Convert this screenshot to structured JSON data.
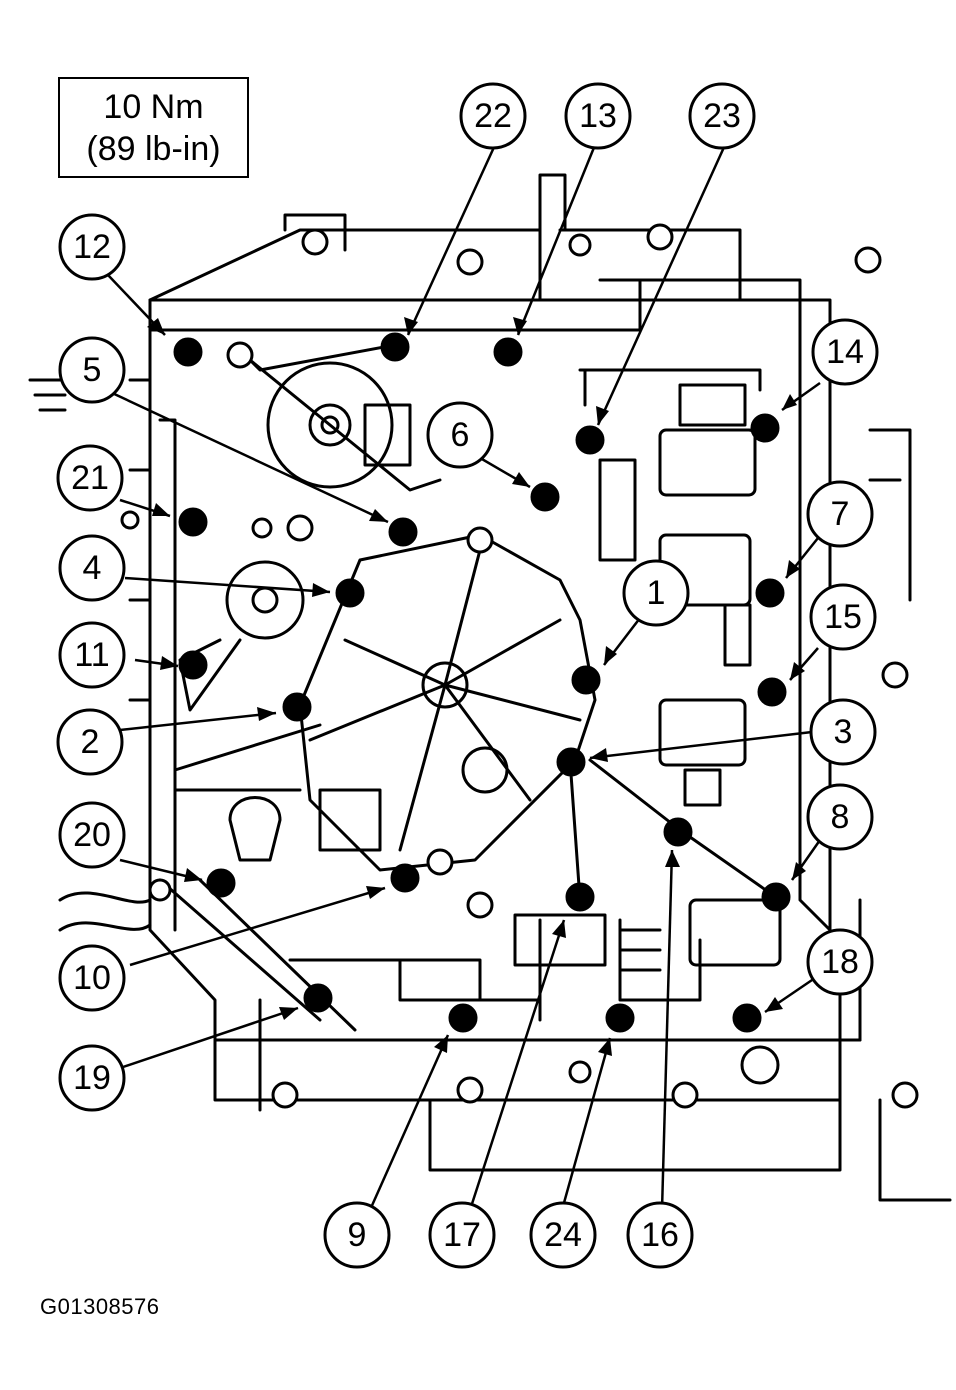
{
  "torque_spec": {
    "line1": "10 Nm",
    "line2": "(89 lb-in)"
  },
  "figure_code": "G01308576",
  "callouts": {
    "c1": "1",
    "c2": "2",
    "c3": "3",
    "c4": "4",
    "c5": "5",
    "c6": "6",
    "c7": "7",
    "c8": "8",
    "c9": "9",
    "c10": "10",
    "c11": "11",
    "c12": "12",
    "c13": "13",
    "c14": "14",
    "c15": "15",
    "c16": "16",
    "c17": "17",
    "c18": "18",
    "c19": "19",
    "c20": "20",
    "c21": "21",
    "c22": "22",
    "c23": "23",
    "c24": "24"
  }
}
